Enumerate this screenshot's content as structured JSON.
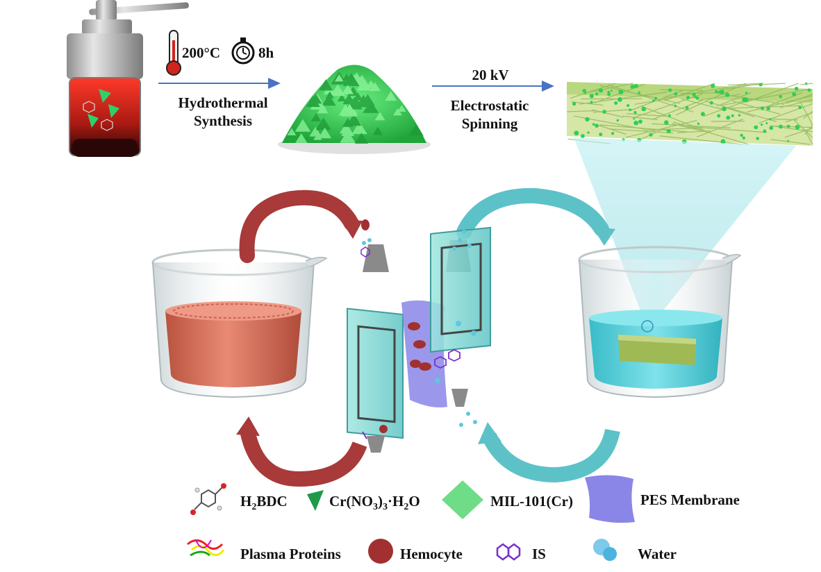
{
  "process": {
    "temperature": "200°C",
    "time": "8h",
    "step1_line1": "Hydrothermal",
    "step1_line2": "Synthesis",
    "voltage": "20 kV",
    "step2_line1": "Electrostatic",
    "step2_line2": "Spinning"
  },
  "legend": {
    "h2bdc_main": "H",
    "h2bdc_sub": "2",
    "h2bdc_rest": "BDC",
    "cr_main": "Cr(NO",
    "cr_sub": "3",
    "cr_rest1": ")",
    "cr_sub2": "3",
    "cr_rest2": "·H",
    "cr_sub3": "2",
    "cr_rest3": "O",
    "mil": "MIL-101(Cr)",
    "pes": "PES Membrane",
    "plasma": "Plasma Proteins",
    "hemocyte": "Hemocyte",
    "is": "IS",
    "water": "Water"
  },
  "colors": {
    "arrow_blue": "#4a72c4",
    "red_arrow": "#a83a3a",
    "teal_arrow": "#5cc2c8",
    "crystal_green": "#3fcf5a",
    "membrane_purple": "#8a86e8",
    "blood": "#d7735e",
    "water": "#5fd3dd"
  },
  "icons": [
    "thermometer-icon",
    "stopwatch-icon"
  ]
}
